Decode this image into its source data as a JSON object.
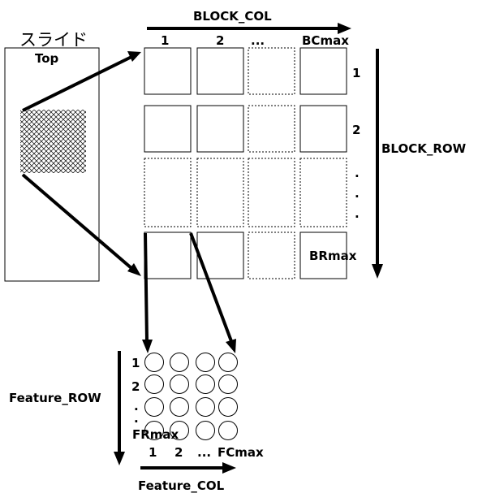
{
  "slide": {
    "title": "スライド",
    "top_label": "Top"
  },
  "block_grid": {
    "col_axis_label": "BLOCK_COL",
    "row_axis_label": "BLOCK_ROW",
    "col_labels": [
      "1",
      "2",
      "...",
      "BCmax"
    ],
    "row_labels": [
      "1",
      "2",
      ".",
      ".",
      "."
    ],
    "corner_label": "BRmax"
  },
  "feature_grid": {
    "row_axis_label": "Feature_ROW",
    "col_axis_label": "Feature_COL",
    "row_labels": [
      "1",
      "2",
      ".",
      "."
    ],
    "corner_label": "FRmax",
    "col_labels": [
      "1",
      "2",
      "...",
      "FCmax"
    ]
  },
  "colors": {
    "ink": "#000000",
    "background": "#ffffff"
  }
}
